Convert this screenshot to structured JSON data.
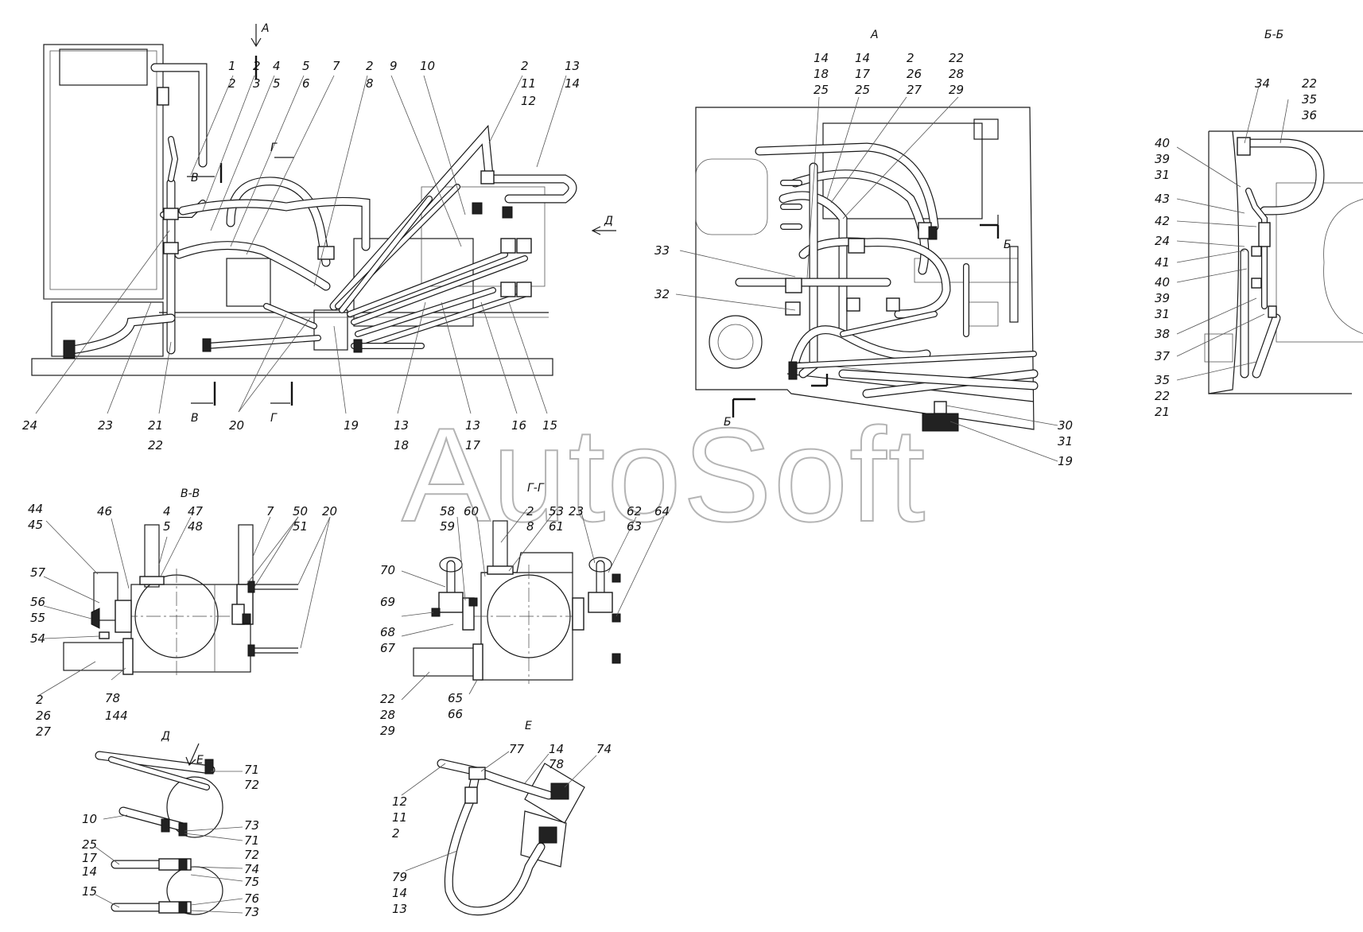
{
  "watermark": "AutoSoft",
  "views": {
    "a_arrow": "А",
    "a_title": "А",
    "bb_title": "Б-Б",
    "vv_title": "В-В",
    "gg_title": "Г-Г",
    "d_title": "Д",
    "e_title": "Е",
    "sec_b1": "Б",
    "sec_b2": "Б",
    "sec_v1": "В",
    "sec_v2": "В",
    "sec_g1": "Г",
    "sec_g2": "Г",
    "arrow_d": "Д",
    "arrow_e": "Е"
  },
  "callouts": {
    "main": [
      "1",
      "2",
      "2",
      "3",
      "4",
      "5",
      "5",
      "6",
      "7",
      "2",
      "8",
      "9",
      "10",
      "2",
      "11",
      "12",
      "13",
      "14",
      "24",
      "23",
      "21",
      "22",
      "20",
      "19",
      "13",
      "18",
      "13",
      "17",
      "16",
      "15"
    ],
    "view_a": [
      "14",
      "18",
      "25",
      "14",
      "17",
      "25",
      "2",
      "26",
      "27",
      "22",
      "28",
      "29",
      "33",
      "32",
      "30",
      "31",
      "19"
    ],
    "view_bb": [
      "34",
      "22",
      "35",
      "36",
      "40",
      "39",
      "31",
      "43",
      "42",
      "24",
      "41",
      "40",
      "39",
      "31",
      "38",
      "37",
      "35",
      "22",
      "21"
    ],
    "view_vv": [
      "44",
      "45",
      "46",
      "4",
      "5",
      "47",
      "48",
      "7",
      "50",
      "51",
      "20",
      "57",
      "56",
      "55",
      "54",
      "2",
      "26",
      "27",
      "78",
      "144"
    ],
    "view_gg": [
      "58",
      "59",
      "60",
      "2",
      "8",
      "53",
      "61",
      "23",
      "62",
      "63",
      "64",
      "70",
      "69",
      "68",
      "67",
      "22",
      "28",
      "29",
      "65",
      "66"
    ],
    "view_d": [
      "71",
      "72",
      "10",
      "73",
      "71",
      "25",
      "17",
      "14",
      "72",
      "74",
      "75",
      "15",
      "76",
      "73"
    ],
    "view_e": [
      "77",
      "14",
      "78",
      "74",
      "12",
      "11",
      "2",
      "79",
      "14",
      "13"
    ]
  }
}
